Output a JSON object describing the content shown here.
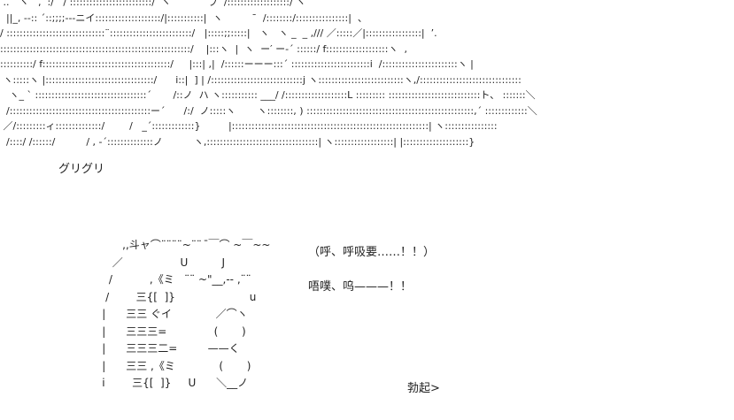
{
  "art": {
    "upper": " ..⌒ヽ   ,  :/   / :::::::::::::::::::::::::/  ヽ            フ  /:::::::::::::::::::/ ヽ\n  ||_, --:: ´::;;;;---ニイ::::::::::::::::::::/|:::::::::::|  ヽ           ̄  /::::::::/::::::::::::::::|  、\n/ ::::::::::::::::::::::::::::::¨:::::::::::::::::::::::::/   |:::::;;:::::|   ヽ   ヽ _  _ ,/// ／:::::／|:::::::::::::::::|  ’.\n::::::::::::::::::::::::::::::::::::::::::::::::::::::::::/    |:::ヽ  |  ヽ  ー′ ー-´ ::::::/ f:::::::::::::::::::ヽ  ,\n::::::::::/ f:::::::::::::::::::::::::::::::::::::::/     |:::| ,|  /::::::ーーー:::´ ::::::::::::::::::::::::i  /:::::::::::::::::::::::ヽ |\n ヽ:::::ヽ |:::::::::::::::::::::::::::::::::/      i::|  ] | /::::::::::::::::::::::::::::j ヽ::::::::::::::::::::::::::ヽ,/:::::::::::::::::::::::::::::::\n   ヽ_ ` ::::::::::::::::::::::::::::::::::´       /::ノ  ハ ヽ::::::::::: ___/ /:::::::::::::::::::L ::::::::: ::::::::::::::::::::::::::::ト、 :::::::＼\n  /:::::::::::::::::::::::::::::::::::::::::::ー´      /:/  ノ:::::ヽ       ヽ::::::::, ) :::::::::::::::::::::::::::::::::::::::::::::::::::,´ :::::::::::::＼\n ／/:::::::::ィ::::::::::::::/        /   _´:::::::::::::}         |::::::::::::::::::::::::::::::::::::::::::::::::::::::::::::| ヽ::::::::::::::::\n  /::::/ /::::::/          / , -´::::::::::::::ノ          ヽ,::::::::::::::::::::::::::::::::::| ヽ::::::::::::::::::| |::::::::::::::::::::}",
    "lower": "          ,,斗ャ⌒¨¨¨¨~¨¨  ̄￣⌒ ~￣~~\n       ／                 U          J\n      /           ,《ミ   ¨¨ ~\"__,-- ,¨¨\n     /        三{[  ]}                      u\n    |      三三 ぐイ             ／⌒ヽ\n    |      三三三=              (       )\n    |      三三三二=         ——く\n    |      三三 ,《ミ             (       )\n    i        三{[  ]}     U      ＼__ノ"
  },
  "captions": {
    "giri": "グリグリ",
    "huxi": "（呼、呼吸要……！！）",
    "wuhu": "唔噗、呜———！！",
    "boki": "勃起>"
  }
}
